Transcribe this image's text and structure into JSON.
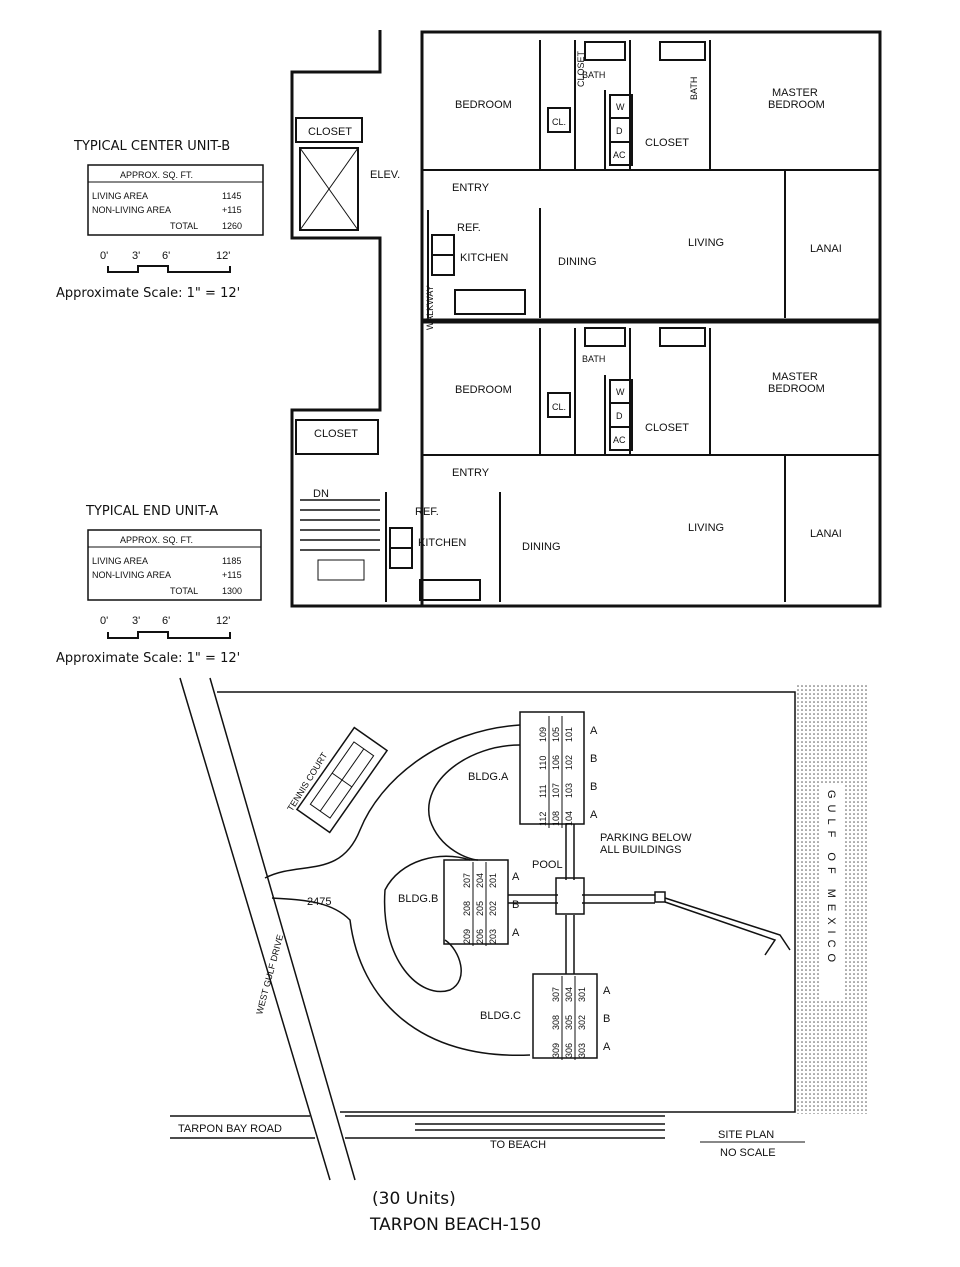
{
  "center_unit": {
    "title": "TYPICAL CENTER UNIT-B",
    "table_header": "APPROX. SQ. FT.",
    "rows": [
      {
        "label": "LIVING AREA",
        "value": "1145"
      },
      {
        "label": "NON-LIVING AREA",
        "value": "+115"
      },
      {
        "label": "TOTAL",
        "value": "1260"
      }
    ],
    "scale_ticks": [
      "0'",
      "3'",
      "6'",
      "12'"
    ],
    "scale_text": "Approximate Scale: 1\" = 12'"
  },
  "end_unit": {
    "title": "TYPICAL END UNIT-A",
    "table_header": "APPROX. SQ. FT.",
    "rows": [
      {
        "label": "LIVING AREA",
        "value": "1185"
      },
      {
        "label": "NON-LIVING AREA",
        "value": "+115"
      },
      {
        "label": "TOTAL",
        "value": "1300"
      }
    ],
    "scale_ticks": [
      "0'",
      "3'",
      "6'",
      "12'"
    ],
    "scale_text": "Approximate Scale: 1\" = 12'"
  },
  "floor_labels": {
    "bedroom": "BEDROOM",
    "closet": "CLOSET",
    "cl": "CL.",
    "bath": "BATH",
    "master_bedroom_1": "MASTER",
    "master_bedroom_2": "BEDROOM",
    "w": "W",
    "d": "D",
    "ac": "AC",
    "entry": "ENTRY",
    "ref": "REF.",
    "kitchen": "KITCHEN",
    "dining": "DINING",
    "living": "LIVING",
    "lanai": "LANAI",
    "elev": "ELEV.",
    "walkway": "WALKWAY",
    "dn": "DN"
  },
  "site": {
    "tennis": "TENNIS COURT",
    "bldg_a": "BLDG.A",
    "bldg_b": "BLDG.B",
    "bldg_c": "BLDG.C",
    "pool": "POOL",
    "parking_1": "PARKING BELOW",
    "parking_2": "ALL BUILDINGS",
    "address": "2475",
    "west_gulf": "WEST GULF DRIVE",
    "tarpon_bay": "TARPON BAY ROAD",
    "to_beach": "TO BEACH",
    "site_plan": "SITE PLAN",
    "no_scale": "NO SCALE",
    "gulf": "GULF OF MEXICO",
    "units_a": [
      [
        "109",
        "110",
        "111",
        "112"
      ],
      [
        "105",
        "106",
        "107",
        "108"
      ],
      [
        "101",
        "102",
        "103",
        "104"
      ]
    ],
    "units_b": [
      [
        "207",
        "208",
        "209"
      ],
      [
        "204",
        "205",
        "206"
      ],
      [
        "201",
        "202",
        "203"
      ]
    ],
    "units_c": [
      [
        "307",
        "308",
        "309"
      ],
      [
        "304",
        "305",
        "306"
      ],
      [
        "301",
        "302",
        "303"
      ]
    ],
    "letters_a": [
      "A",
      "B",
      "B",
      "A"
    ],
    "letters_b": [
      "A",
      "B",
      "A"
    ],
    "letters_c": [
      "A",
      "B",
      "A"
    ]
  },
  "footer": {
    "units": "(30 Units)",
    "name": "TARPON BEACH-150"
  }
}
